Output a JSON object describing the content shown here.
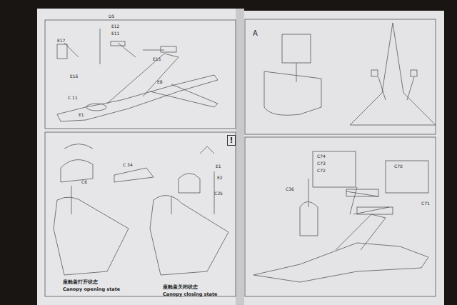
{
  "diagram": {
    "nodes": [
      {
        "text": [
          "!"
        ]
      }
    ],
    "labels": [
      "D5",
      "E12",
      "E11",
      "E17",
      "E16",
      "E15",
      "C 11",
      "E1",
      "E8",
      "C 34",
      "C6",
      "E1",
      "E2",
      "C35",
      "A",
      "C74",
      "C73",
      "C72",
      "C70",
      "C71",
      "C36",
      "座舱盖打开状态",
      "Canopy opening state",
      "座舱盖关闭状态",
      "Canopy closing state"
    ]
  }
}
